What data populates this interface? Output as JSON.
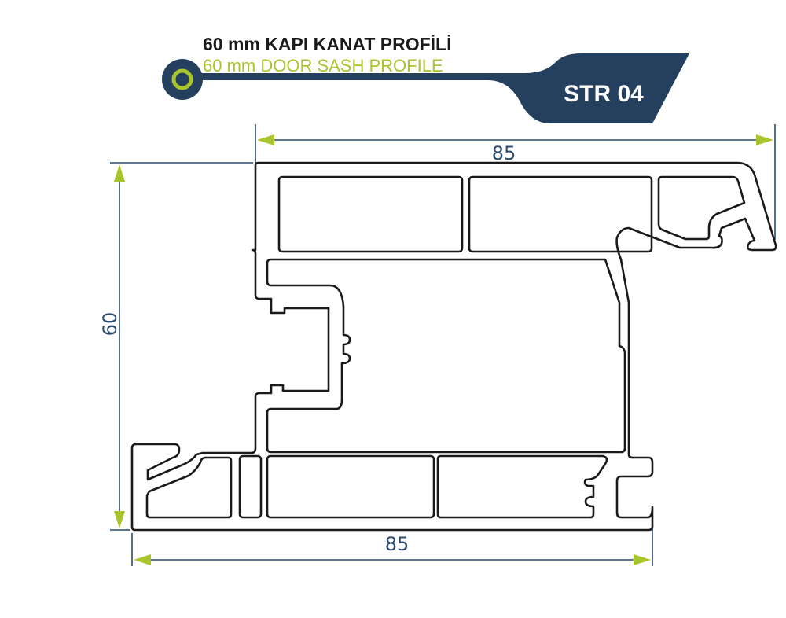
{
  "header": {
    "title_tr": "60 mm KAPI KANAT PROFİLİ",
    "title_en": "60 mm DOOR SASH PROFILE",
    "code": "STR 04"
  },
  "dimensions": {
    "top_width": "85",
    "bottom_width": "85",
    "height": "60"
  },
  "colors": {
    "navy": "#25405f",
    "green": "#a8c52b",
    "dim_line": "#2b4a6e"
  }
}
